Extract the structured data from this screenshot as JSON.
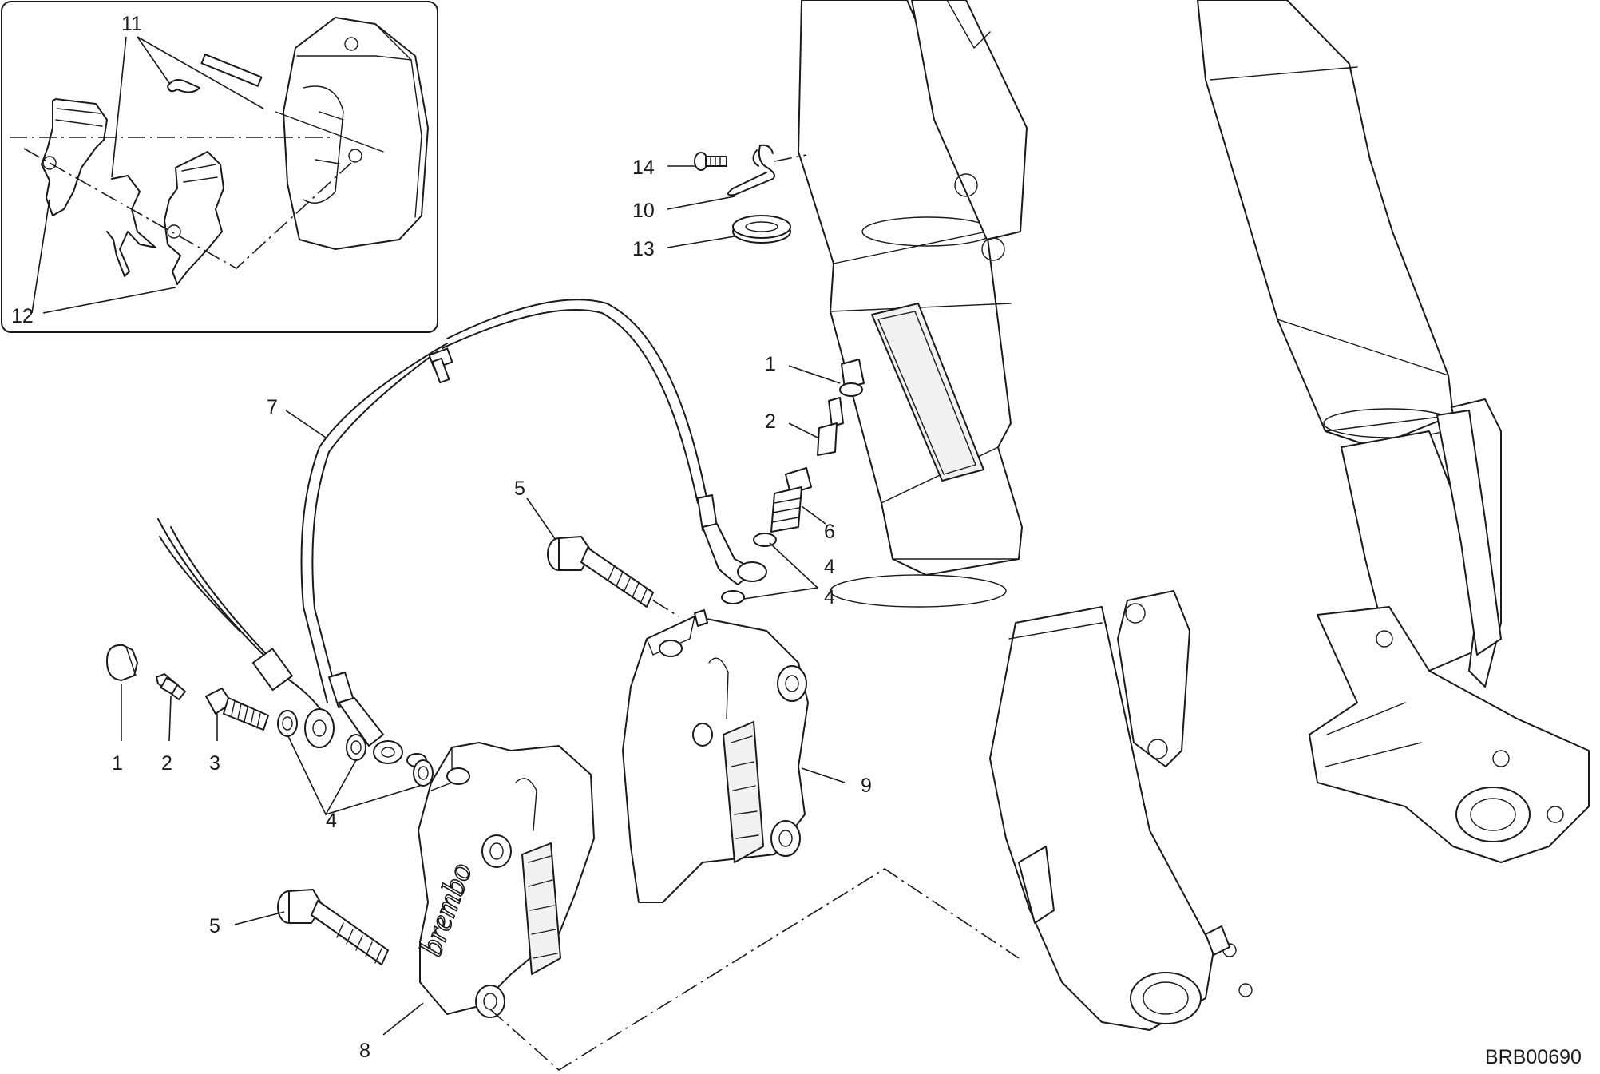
{
  "diagram": {
    "drawing_code": "BRB00690",
    "brand_marking": "brembo",
    "callouts": {
      "c1a": "1",
      "c2a": "2",
      "c3": "3",
      "c4a": "4",
      "c5a": "5",
      "c5b": "5",
      "c7": "7",
      "c8": "8",
      "c9": "9",
      "c1b": "1",
      "c2b": "2",
      "c6": "6",
      "c4b": "4",
      "c4c": "4",
      "c14": "14",
      "c10": "10",
      "c13": "13",
      "c11": "11",
      "c12": "12"
    }
  }
}
